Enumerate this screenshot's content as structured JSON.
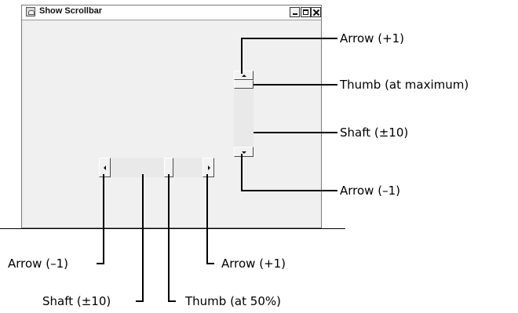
{
  "window": {
    "title": "Show Scrollbar",
    "icon": "app-window-icon",
    "controls": [
      "minimize-icon",
      "maximize-icon",
      "close-icon"
    ]
  },
  "vertical_scrollbar": {
    "thumb_position": "at maximum",
    "callouts": {
      "arrow_up": "Arrow (+1)",
      "thumb": "Thumb (at maximum)",
      "shaft": "Shaft (±10)",
      "arrow_down": "Arrow (–1)"
    }
  },
  "horizontal_scrollbar": {
    "thumb_position_percent": 50,
    "callouts": {
      "arrow_left": "Arrow (–1)",
      "arrow_right": "Arrow (+1)",
      "shaft": "Shaft (±10)",
      "thumb": "Thumb (at 50%)"
    }
  },
  "colors": {
    "window_bg": "#f0f0f0",
    "shaft": "#e9e9e9",
    "leader_lines": "#000000"
  }
}
